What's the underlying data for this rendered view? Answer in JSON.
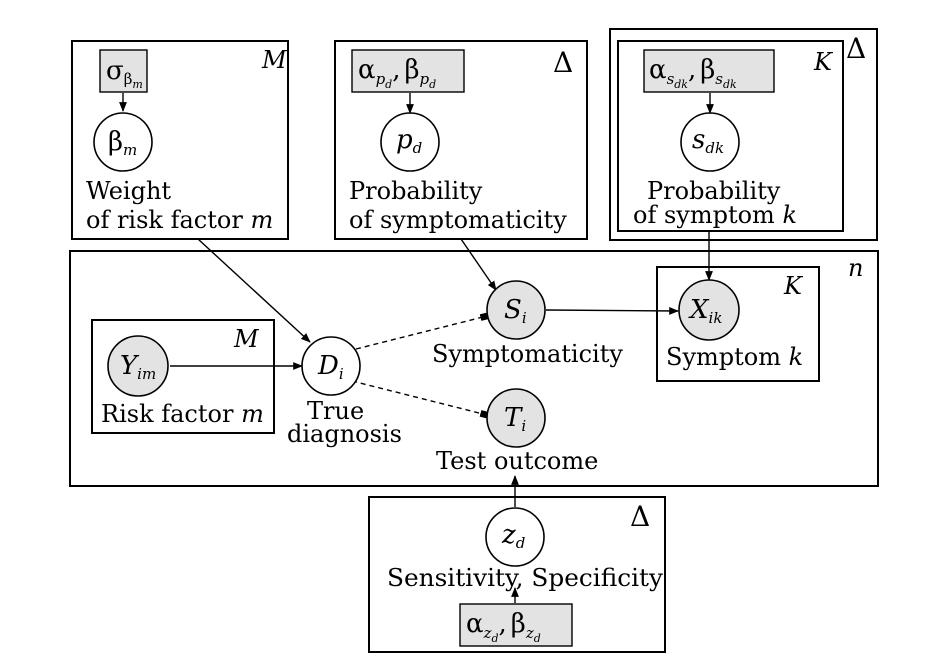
{
  "plates": {
    "risk_weight": {
      "label": "M"
    },
    "symptomaticity_prob": {
      "label": "Δ"
    },
    "symptom_prob_outer": {
      "label": "Δ"
    },
    "symptom_prob_inner": {
      "label": "K"
    },
    "individuals": {
      "label": "n"
    },
    "risk_factor": {
      "label": "M"
    },
    "symptom": {
      "label": "K"
    },
    "test": {
      "label": "Δ"
    }
  },
  "hyperparameters": {
    "sigma_beta": {
      "base": "σ",
      "sub": "β",
      "subsub": "m"
    },
    "alpha_beta_p": {
      "a": "α",
      "a_sub": "p",
      "a_subsub": "d",
      "comma": ",",
      "b": "β",
      "b_sub": "p",
      "b_subsub": "d"
    },
    "alpha_beta_s": {
      "a": "α",
      "a_sub": "s",
      "a_subsub": "dk",
      "comma": ",",
      "b": "β",
      "b_sub": "s",
      "b_subsub": "dk"
    },
    "alpha_beta_z": {
      "a": "α",
      "a_sub": "z",
      "a_subsub": "d",
      "comma": ",",
      "b": "β",
      "b_sub": "z",
      "b_subsub": "d"
    }
  },
  "nodes": {
    "beta": {
      "base": "β",
      "sub": "m",
      "observed": false
    },
    "p": {
      "base": "p",
      "sub": "d",
      "observed": false
    },
    "s": {
      "base": "s",
      "sub": "dk",
      "observed": false
    },
    "Y": {
      "base": "Y",
      "sub": "im",
      "observed": true
    },
    "D": {
      "base": "D",
      "sub": "i",
      "observed": false
    },
    "S": {
      "base": "S",
      "sub": "i",
      "observed": true
    },
    "X": {
      "base": "X",
      "sub": "ik",
      "observed": true
    },
    "T": {
      "base": "T",
      "sub": "i",
      "observed": true
    },
    "z": {
      "base": "z",
      "sub": "d",
      "observed": false
    }
  },
  "captions": {
    "weight_line1": "Weight",
    "weight_line2": "of risk factor ",
    "weight_var": "m",
    "symp_prob_line1": "Probability",
    "symp_prob_line2": "of symptomaticity",
    "symptom_prob_line1": "Probability",
    "symptom_prob_line2": "of symptom ",
    "symptom_prob_var": "k",
    "risk_factor": "Risk factor ",
    "risk_factor_var": "m",
    "true_line1": "True",
    "true_line2": "diagnosis",
    "symptomaticity": "Symptomaticity",
    "symptom": "Symptom ",
    "symptom_var": "k",
    "test_outcome": "Test outcome",
    "sens_spec": "Sensitivity, Specificity"
  },
  "colors": {
    "observed_fill": "#e3e3e3",
    "stroke": "#000000",
    "background": "#ffffff"
  }
}
